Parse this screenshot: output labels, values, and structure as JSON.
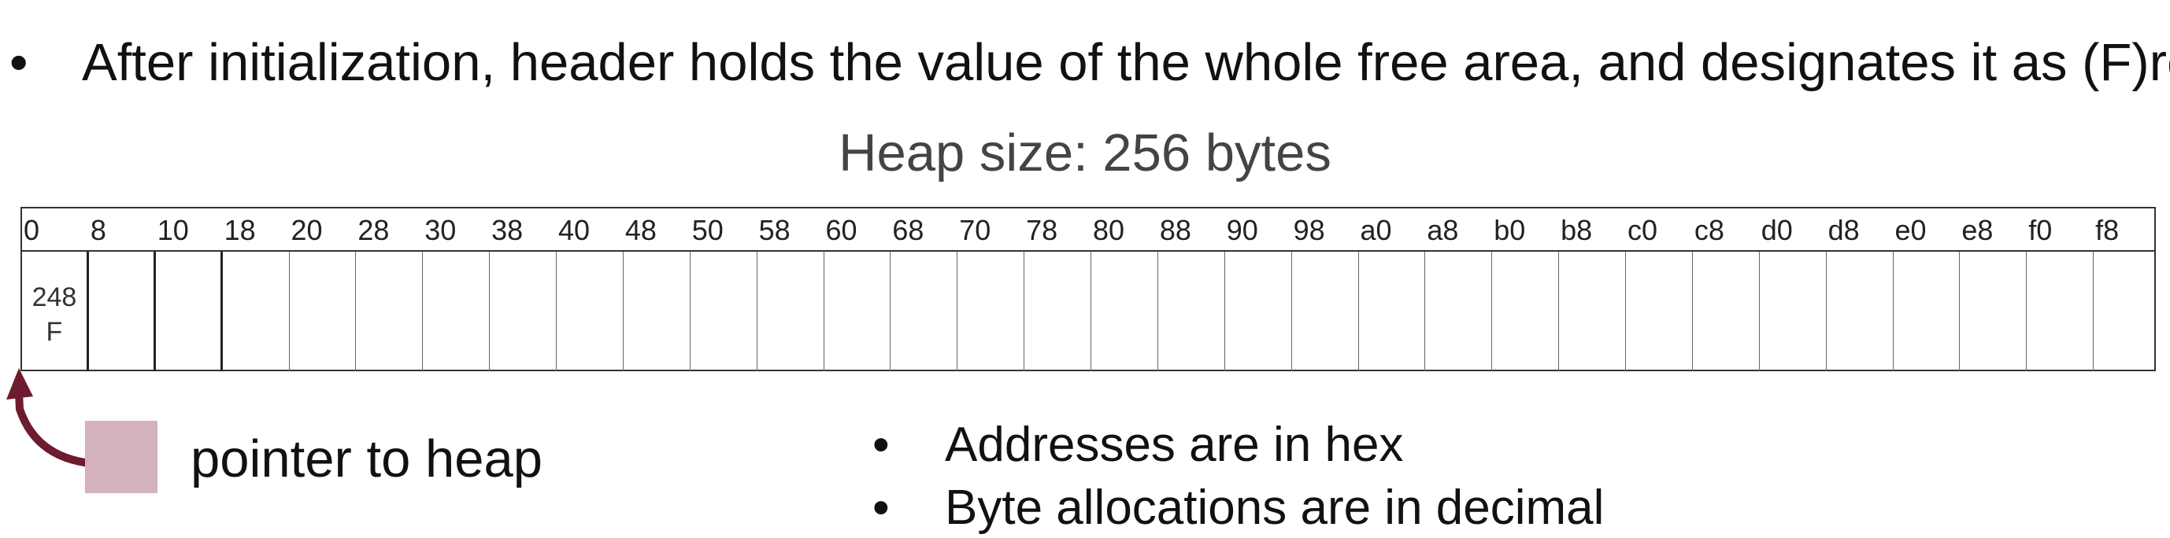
{
  "intro_bullet": {
    "marker": "•",
    "text": "After initialization, header holds the value of the whole free area, and designates it as (F)ree"
  },
  "heap": {
    "title": "Heap size: 256 bytes",
    "addresses": [
      "0",
      "8",
      "10",
      "18",
      "20",
      "28",
      "30",
      "38",
      "40",
      "48",
      "50",
      "58",
      "60",
      "68",
      "70",
      "78",
      "80",
      "88",
      "90",
      "98",
      "a0",
      "a8",
      "b0",
      "b8",
      "c0",
      "c8",
      "d0",
      "d8",
      "e0",
      "e8",
      "f0",
      "f8"
    ],
    "header_cell": {
      "size": "248",
      "status": "F"
    }
  },
  "legend": {
    "pointer_label": "pointer to heap",
    "pointer_color": "#d3b2be",
    "arrow_color": "#6e1a2f"
  },
  "notes": [
    {
      "marker": "•",
      "text": "Addresses are in hex"
    },
    {
      "marker": "•",
      "text": "Byte allocations are in decimal"
    }
  ]
}
